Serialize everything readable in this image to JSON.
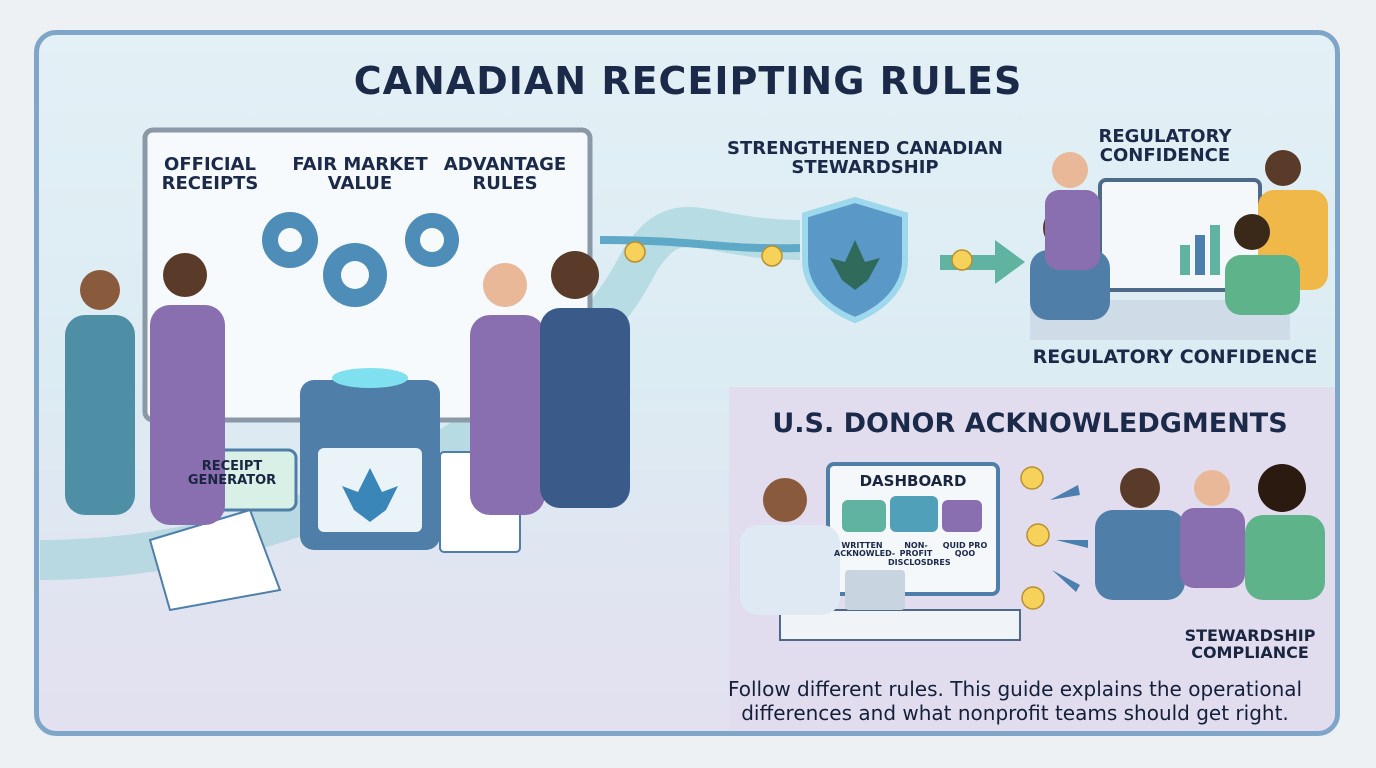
{
  "title": "Canadian Receipting Rules",
  "board": {
    "labels": [
      "Official Receipts",
      "Fair Market Value",
      "Advantage Rules"
    ]
  },
  "generator": {
    "label": "Receipt Generator"
  },
  "canada_section": {
    "shield_label": "Strengthened Canadian Stewardship",
    "top_label": "Regulatory Confidence",
    "bottom_label": "Regulatory Confidence"
  },
  "us_section": {
    "heading": "U.S. Donor Acknowledgments",
    "dashboard_title": "Dashboard",
    "puzzle_labels": [
      "Written Acknowled-",
      "Non-Profit Disclosdres",
      "Quid Pro Qoo"
    ],
    "result_label": "Stewardship Compliance"
  },
  "footer": "Follow different rules. This guide explains the operational differences and what nonprofit teams should get right.",
  "colors": {
    "frame": "#7fa6c9",
    "teal": "#5fb3b0",
    "blue": "#4a7fae",
    "purple": "#8a6fb0",
    "lavender": "#e1ddee",
    "title": "#1c2a4a"
  },
  "icons": [
    "gear-icon",
    "maple-leaf-icon",
    "shield-icon",
    "smiley-icon",
    "arrow-icon",
    "puzzle-icon",
    "laptop-icon",
    "receipt-icon"
  ]
}
